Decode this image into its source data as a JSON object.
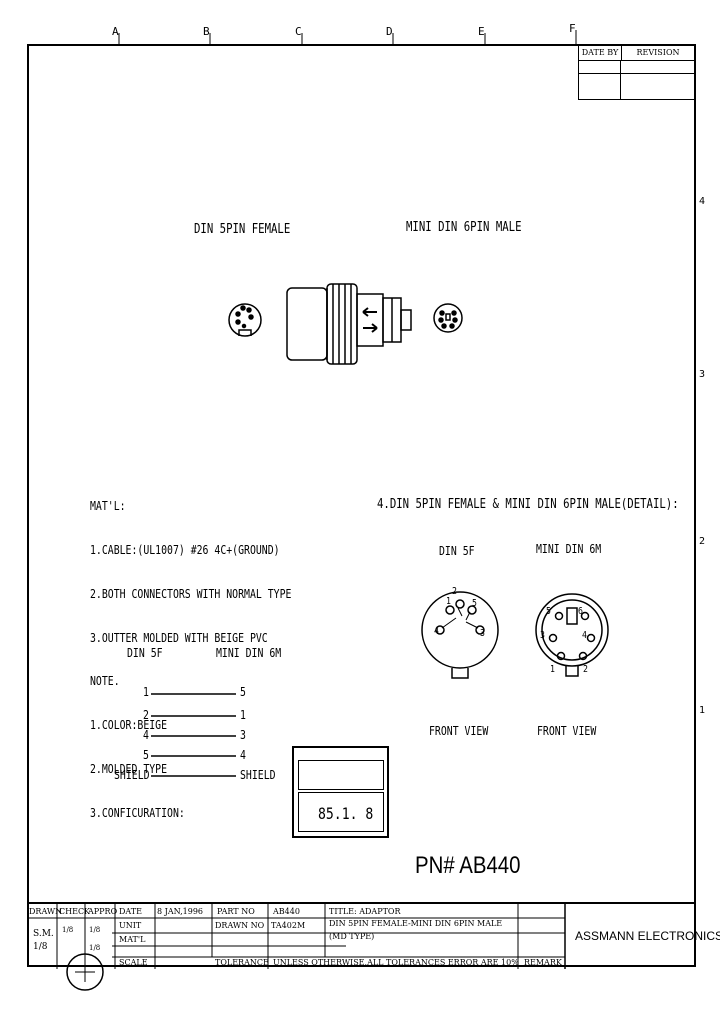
{
  "grid": {
    "columns": [
      "A",
      "B",
      "C",
      "D",
      "E",
      "F"
    ],
    "rows": [
      "4",
      "3",
      "2",
      "1"
    ]
  },
  "revision_block": {
    "date_by": "DATE BY",
    "revision": "REVISION"
  },
  "drawing": {
    "label_left": "DIN 5PIN FEMALE",
    "label_right": "MINI DIN 6PIN MALE"
  },
  "material": {
    "heading": "MAT'L:",
    "items": [
      "1.CABLE:(UL1007) #26 4C+(GROUND)",
      "2.BOTH CONNECTORS WITH NORMAL TYPE",
      "3.OUTTER MOLDED WITH BEIGE PVC"
    ]
  },
  "note": {
    "heading": "NOTE.",
    "items": [
      "1.COLOR:BEIGE",
      "2.MOLDED TYPE",
      "3.CONFICURATION:"
    ]
  },
  "wiring": {
    "left_header": "DIN 5F",
    "right_header": "MINI DIN 6M",
    "rows": [
      {
        "left": "1",
        "right": "5"
      },
      {
        "left": "2",
        "right": "1"
      },
      {
        "left": "4",
        "right": "3"
      },
      {
        "left": "5",
        "right": "4"
      },
      {
        "left": "SHIELD",
        "right": "SHIELD"
      }
    ]
  },
  "detail": {
    "title": "4.DIN 5PIN FEMALE & MINI DIN 6PIN MALE(DETAIL):",
    "left_label": "DIN 5F",
    "right_label": "MINI DIN 6M",
    "left_view": "FRONT VIEW",
    "right_view": "FRONT VIEW",
    "din5_pins": [
      "1",
      "2",
      "3",
      "4",
      "5"
    ],
    "mini6_pins": [
      "1",
      "2",
      "3",
      "4",
      "5",
      "6"
    ]
  },
  "stamp": {
    "text": "85.1. 8"
  },
  "part_number": "PN# AB440",
  "title_block": {
    "headers": {
      "drawn": "DRAWN",
      "check": "CHECK",
      "appro": "APPRO"
    },
    "drawn_by": "S.M.",
    "drawn_sub": "1/8",
    "check_marks": [
      "1/8",
      "1/8",
      "1/8"
    ],
    "labels": {
      "date": "DATE",
      "unit": "UNIT",
      "matl": "MAT'L",
      "scale": "SCALE",
      "part_no": "PART NO",
      "drawn_no": "DRAWN NO",
      "tolerance": "TOLERANCE",
      "title": "TITLE: ADAPTOR",
      "remark": "REMARK"
    },
    "date_value": "8 JAN,1996",
    "part_no_value": "AB440",
    "drawn_no_value": "TA402M",
    "title_line2": "DIN 5PIN FEMALE-MINI DIN 6PIN MALE",
    "title_line3": "(MD TYPE)",
    "tolerance_note": "UNLESS OTHERWISE,ALL TOLERANCES ERROR ARE 10%",
    "company": "ASSMANN ELECTRONICS"
  }
}
